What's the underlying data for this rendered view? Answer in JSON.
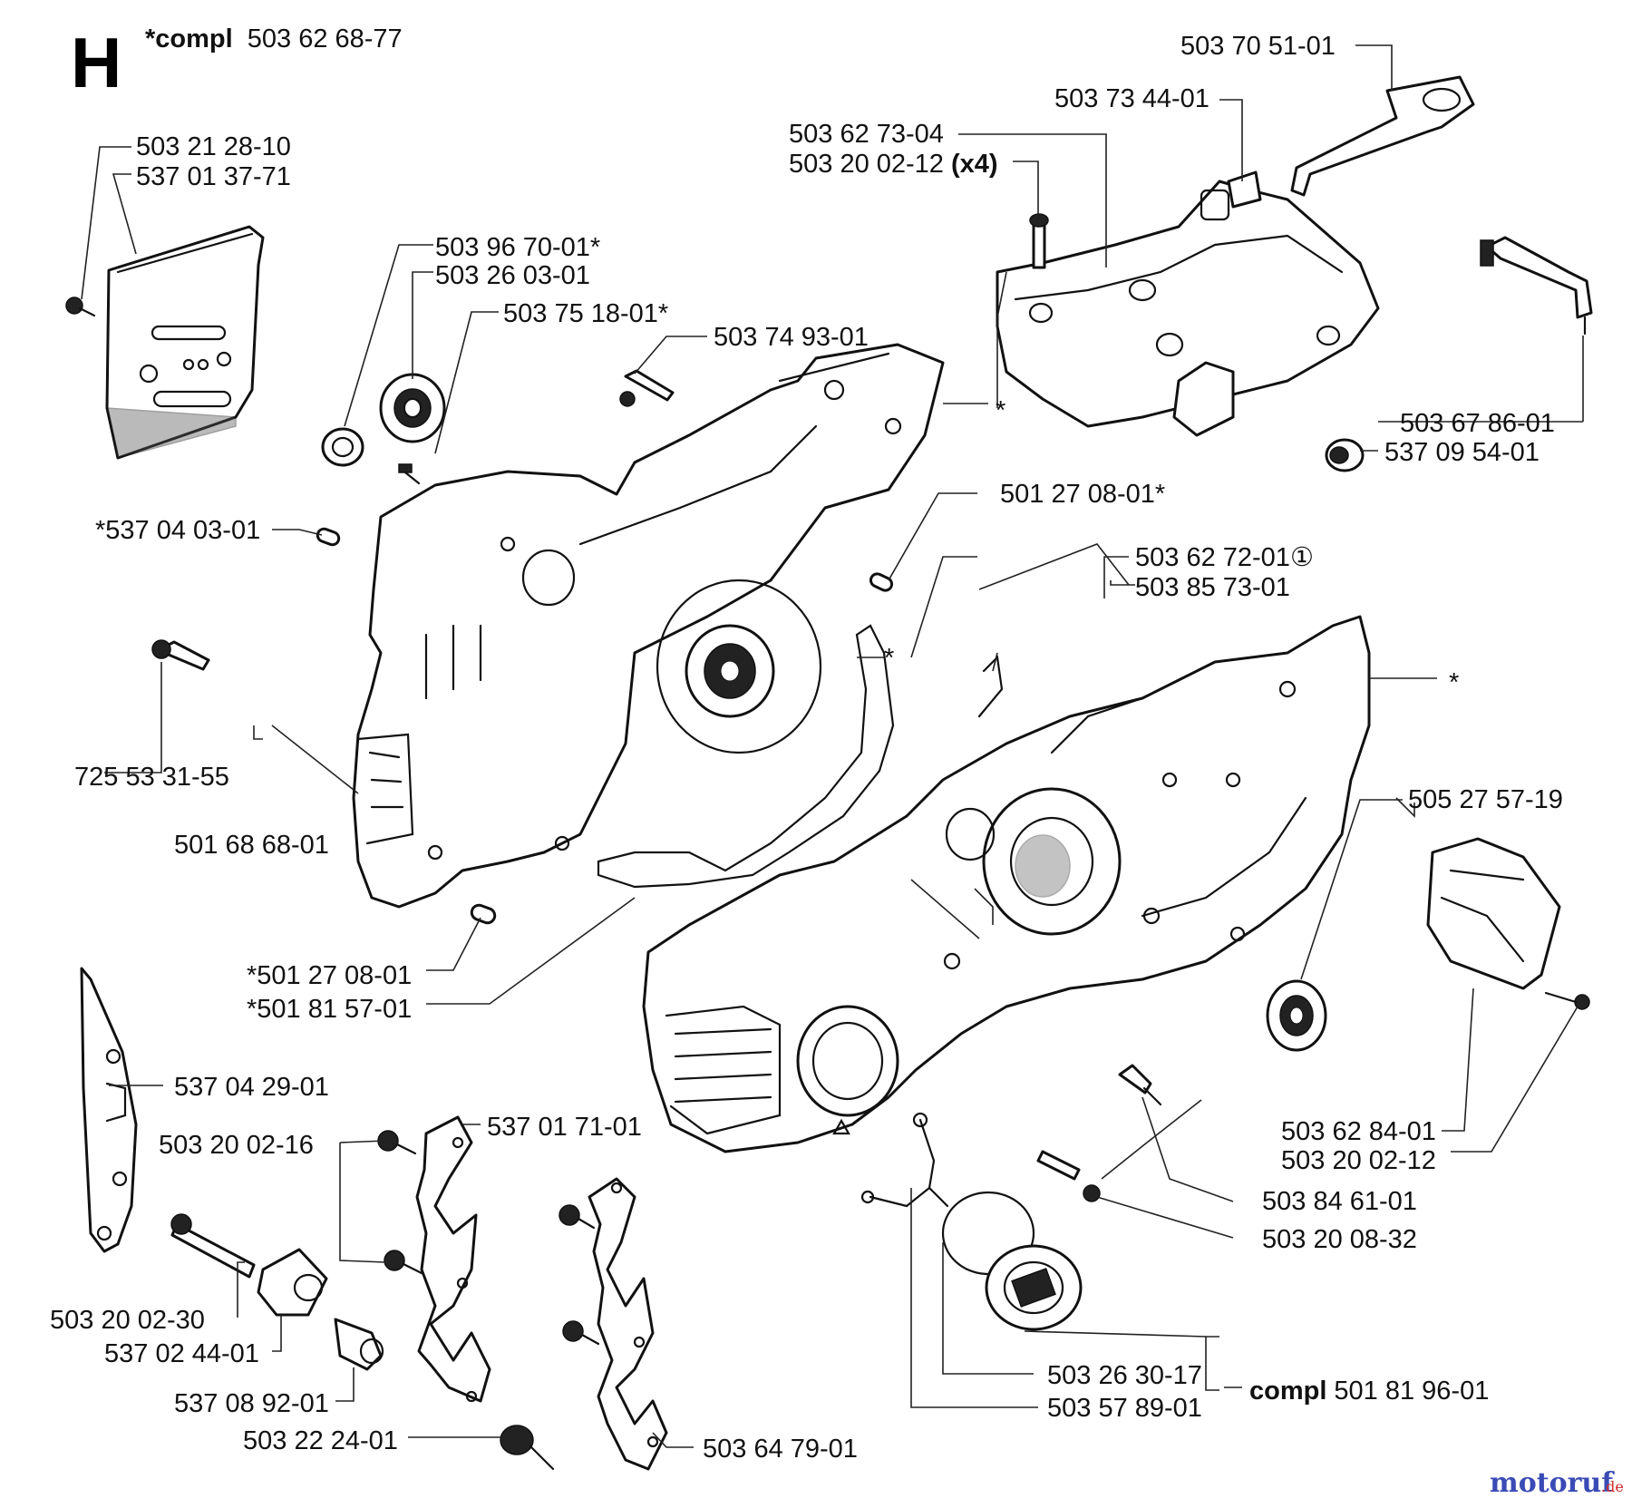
{
  "section_letter": "H",
  "assembly": {
    "prefix": "*compl",
    "number": "503 62 68-77"
  },
  "labels": {
    "l_503705101": "503 70 51-01",
    "l_503734401": "503 73 44-01",
    "l_503627304": "503 62 73-04",
    "l_503200212x4": "503 20 02-12",
    "l_x4": "(x4)",
    "l_503212810": "503 21 28-10",
    "l_537013771": "537 01 37-71",
    "l_503967001": "503 96 70-01*",
    "l_503260301": "503 26 03-01",
    "l_503751801": "503 75 18-01*",
    "l_503749301": "503 74 93-01",
    "l_star1": "*",
    "l_503678601": "503 67 86-01",
    "l_537095401": "537 09 54-01",
    "l_501270801a": "501 27 08-01*",
    "l_537040301": "*537 04 03-01",
    "l_503627201": "503 62 72-01",
    "l_circled1": "①",
    "l_503857301": "503 85 73-01",
    "l_star2": "*",
    "l_star3": "*",
    "l_725533155": "725 53 31-55",
    "l_501686801": "501 68 68-01",
    "l_505275719": "505 27 57-19",
    "l_501270801b": "*501 27 08-01",
    "l_501815701": "*501 81 57-01",
    "l_537042901": "537 04 29-01",
    "l_503200216": "503 20 02-16",
    "l_537017101": "537 01 71-01",
    "l_503628401": "503 62 84-01",
    "l_503200212": "503 20 02-12",
    "l_503846101": "503 84 61-01",
    "l_503200832": "503 20 08-32",
    "l_503200230": "503 20 02-30",
    "l_537024401": "537 02 44-01",
    "l_537089201": "537 08 92-01",
    "l_503263017": "503 26 30-17",
    "l_503578901": "503 57 89-01",
    "l_compl_prefix": "compl",
    "l_501819601": "501 81 96-01",
    "l_503222401": "503 22 24-01",
    "l_503647901": "503 64 79-01"
  },
  "watermark": {
    "text_main": "motoruf",
    "text_suffix": ".de",
    "color_main": "#3a4bb5",
    "color_suffix": "#d12a2a"
  }
}
